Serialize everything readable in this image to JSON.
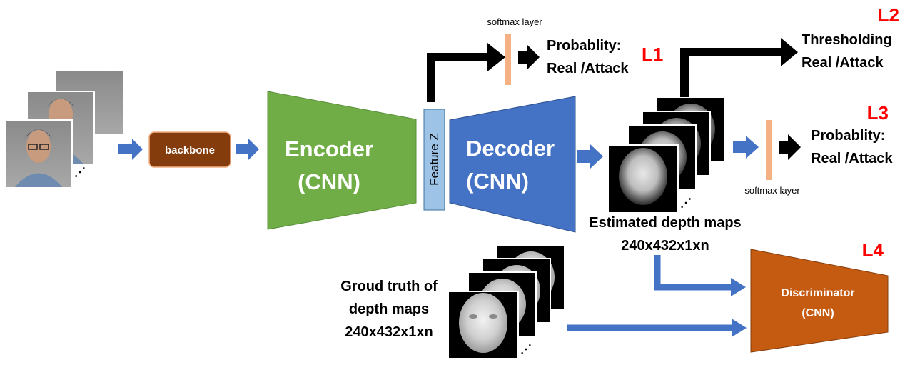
{
  "diagram": {
    "backbone_label": "backbone",
    "encoder_line1": "Encoder",
    "encoder_line2": "(CNN)",
    "feature_label": "Feature Z",
    "decoder_line1": "Decoder",
    "decoder_line2": "(CNN)",
    "softmax_top_label": "softmax layer",
    "softmax_right_label": "softmax layer",
    "prob_top_line1": "Probablity:",
    "prob_top_line2": "Real /Attack",
    "threshold_line1": "Thresholding",
    "threshold_line2": "Real /Attack",
    "prob_right_line1": "Probablity:",
    "prob_right_line2": "Real /Attack",
    "loss_1": "L1",
    "loss_2": "L2",
    "loss_3": "L3",
    "loss_4": "L4",
    "estimated_line1": "Estimated depth maps",
    "estimated_line2": "240x432x1xn",
    "gt_line1": "Groud truth of",
    "gt_line2": "depth maps",
    "gt_line3": "240x432x1xn",
    "discriminator_line1": "Discriminator",
    "discriminator_line2": "(CNN)"
  },
  "colors": {
    "encoder": "#70ad47",
    "decoder": "#4472c4",
    "feature": "#9dc3e6",
    "backbone": "#843c0c",
    "discriminator": "#c55a11",
    "softmax": "#f4b183",
    "arrow_blue": "#4472c4",
    "loss_red": "#ff0000"
  }
}
